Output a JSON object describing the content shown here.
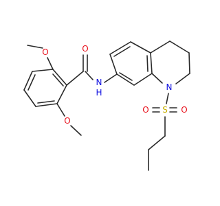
{
  "colors": {
    "bond": "#2a2a2a",
    "oxygen": "#e8101b",
    "nitrogen": "#1010e0",
    "sulfur": "#c8b000",
    "background": "#ffffff"
  },
  "atoms": {
    "o_methoxy_top": "O",
    "o_methoxy_bottom": "O",
    "o_carbonyl": "O",
    "n_amide": "N",
    "h_amide": "H",
    "n_ring": "N",
    "s_sulfonyl": "S",
    "o_sulfonyl_left": "O",
    "o_sulfonyl_right": "O"
  }
}
